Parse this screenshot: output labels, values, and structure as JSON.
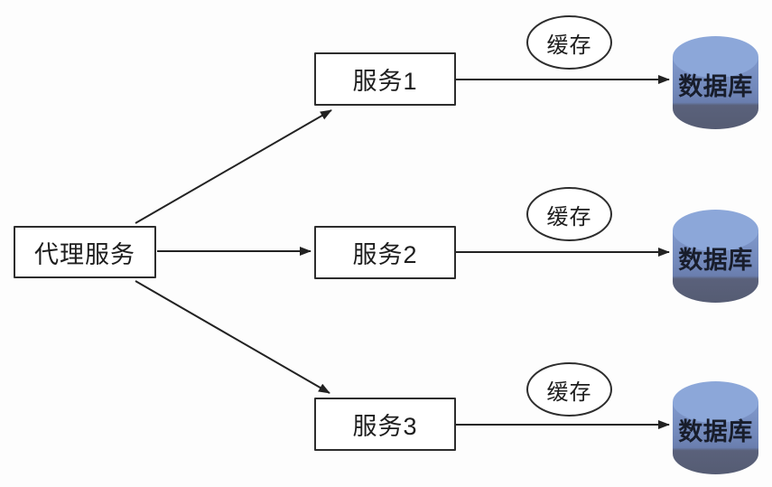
{
  "diagram": {
    "proxy": {
      "label": "代理服务"
    },
    "rows": [
      {
        "service": "服务1",
        "cache": "缓存",
        "database": "数据库"
      },
      {
        "service": "服务2",
        "cache": "缓存",
        "database": "数据库"
      },
      {
        "service": "服务3",
        "cache": "缓存",
        "database": "数据库"
      }
    ],
    "colors": {
      "background": "#fdfdfd",
      "line": "#222222",
      "node_border": "#2d2d2d",
      "node_fill": "#ffffff",
      "cylinder_top": "#8ca7d9",
      "cylinder_body_light": "#8099cc",
      "cylinder_body_mid": "#7084b6",
      "cylinder_body_dark": "#5a617b",
      "database_label_text": "#181d2b"
    }
  }
}
